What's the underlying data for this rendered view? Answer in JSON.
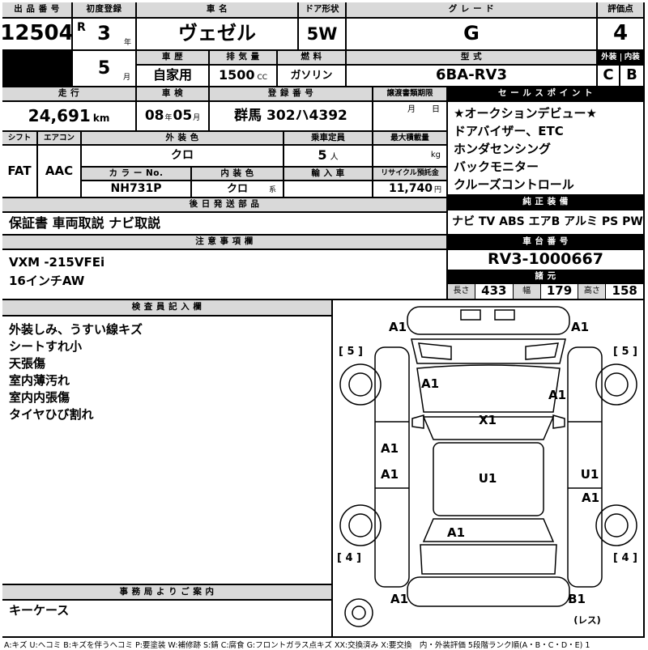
{
  "top": {
    "lot": {
      "label": "出 品 番 号",
      "value": "12504"
    },
    "first_reg": {
      "label": "初度登録",
      "era": "R",
      "year": "3",
      "year_unit": "年",
      "month": "5",
      "month_unit": "月"
    },
    "car_name": {
      "label": "車  名",
      "value": "ヴェゼル"
    },
    "door": {
      "label": "ドア形状",
      "value": "5W"
    },
    "grade": {
      "label": "グ レ ー ド",
      "value": "G"
    },
    "score": {
      "label": "評価点",
      "value": "4"
    },
    "history": {
      "label": "車 歴",
      "value": "自家用"
    },
    "displacement": {
      "label": "排 気 量",
      "value": "1500",
      "unit": "CC"
    },
    "fuel": {
      "label": "燃 料",
      "value": "ガソリン"
    },
    "model": {
      "label": "型 式",
      "value": "6BA-RV3"
    },
    "exterior": {
      "label": "外装",
      "value": "C"
    },
    "interior": {
      "label": "内装",
      "value": "B"
    }
  },
  "reg_row": {
    "mileage": {
      "label": "走 行",
      "value": "24,691",
      "unit": "km"
    },
    "shaken": {
      "label": "車 検",
      "v1": "08",
      "u1": "年",
      "v2": "05",
      "u2": "月"
    },
    "reg_no": {
      "label": "登 録 番 号",
      "value": "群馬 302ハ4392"
    },
    "transfer": {
      "label": "譲渡書類期限",
      "value": "月　　日"
    }
  },
  "equip_rows": {
    "shift": {
      "label": "シフト",
      "value": "FAT"
    },
    "aircon": {
      "label": "エアコン",
      "value": "AAC"
    },
    "ext_color": {
      "label": "外 装 色",
      "value": "クロ"
    },
    "capacity": {
      "label": "乗車定員",
      "value": "5",
      "unit": "人"
    },
    "max_load": {
      "label": "最大積載量",
      "value": "kg"
    },
    "color_no": {
      "label": "カ ラ ー No.",
      "value": "NH731P"
    },
    "int_color": {
      "label": "内 装 色",
      "value": "クロ",
      "suffix": "系"
    },
    "import_car": {
      "label": "輸 入 車",
      "value": ""
    },
    "recycle": {
      "label": "リサイクル預託金",
      "value": "11,740",
      "unit": "円"
    }
  },
  "sales": {
    "label": "セ ー ル ス ポ イ ン ト",
    "points": [
      "★オークションデビュー★",
      "ドアバイザー、ETC",
      "ホンダセンシング",
      "バックモニター",
      "クルーズコントロール"
    ]
  },
  "later_parts": {
    "label": "後 日 発 送 部 品",
    "value": "保証書 車両取説 ナビ取説"
  },
  "genuine": {
    "label": "純 正 装 備",
    "value": "ナビ TV ABS エアB アルミ PS PW"
  },
  "chassis": {
    "label": "車 台 番 号",
    "value": "RV3-1000667"
  },
  "specs": {
    "label": "諸  元",
    "length_label": "長さ",
    "length": "433",
    "width_label": "幅",
    "width": "179",
    "height_label": "高さ",
    "height": "158"
  },
  "notes": {
    "label": "注 意 事 項 欄",
    "lines": [
      "VXM -215VFEi",
      "16インチAW"
    ]
  },
  "inspector": {
    "label": "検 査 員 記 入 欄",
    "lines": [
      "外装しみ、うすい線キズ",
      "シートすれ小",
      "天張傷",
      "室内薄汚れ",
      "室内内張傷",
      "タイヤひび割れ"
    ]
  },
  "office": {
    "label": "事 務 局 よ り ご 案 内",
    "value": "キーケース"
  },
  "diagram": {
    "markers": [
      {
        "code": "A1"
      },
      {
        "code": "A1"
      },
      {
        "code": "[ 5 ]"
      },
      {
        "code": "[ 5 ]"
      },
      {
        "code": "A1"
      },
      {
        "code": "A1"
      },
      {
        "code": "X1"
      },
      {
        "code": "A1"
      },
      {
        "code": "A1"
      },
      {
        "code": "U1"
      },
      {
        "code": "U1"
      },
      {
        "code": "A1"
      },
      {
        "code": "A1"
      },
      {
        "code": "[ 4 ]"
      },
      {
        "code": "[ 4 ]"
      },
      {
        "code": "A1"
      },
      {
        "code": "B1"
      },
      {
        "code": "(レス)"
      }
    ]
  },
  "footer": {
    "legend": "A:キズ U:ヘコミ B:キズを伴うヘコミ P:要塗装 W:補修跡 S:錆 C:腐食 G:フロントガラス点キズ XX:交換済み X:要交換　内・外装評価 5段階ランク順(A・B・C・D・E) 1"
  }
}
